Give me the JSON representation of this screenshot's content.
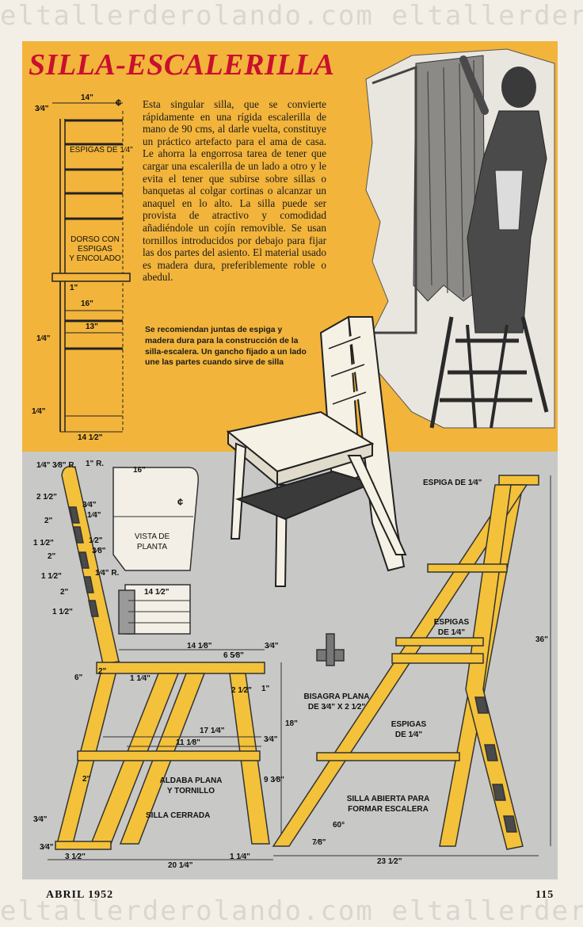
{
  "watermark": "eltallerderolando.com eltallerderolando.com",
  "title": "SILLA-ESCALERILLA",
  "body_text": "Esta singular silla, que se convierte rápidamente en una rígida escalerilla de mano de 90 cms, al darle vuelta, constituye un práctico artefacto para el ama de casa. Le ahorra la engorrosa tarea de tener que cargar una escalerilla de un lado a otro y le evita el tener que subirse sobre sillas o banquetas al colgar cortinas o alcanzar un anaquel en lo alto. La silla puede ser provista de atractivo y comodidad añadiéndole un cojín removible. Se usan tornillos introducidos por debajo para fijar las dos partes del asiento. El material usado es madera dura, preferiblemente roble o abedul.",
  "note_text": "Se recomiendan juntas de espiga y madera dura para la construcción de la silla-escalera. Un gancho fijado a un lado une las partes cuando sirve de silla",
  "back_diagram": {
    "dim_top_a": "3⁄4\"",
    "dim_top_b": "14\"",
    "centerline": "¢",
    "dowels_label": "ESPIGAS DE 1⁄4\"",
    "back_label_1": "DORSO CON",
    "back_label_2": "ESPIGAS",
    "back_label_3": "Y ENCOLADO",
    "dim_1": "1\"",
    "dim_16": "16\"",
    "dim_13": "13\"",
    "dim_quarter_a": "1⁄4\"",
    "dim_quarter_b": "1⁄4\"",
    "dim_bottom": "14 1⁄2\""
  },
  "plan_view": {
    "dim_16": "16\"",
    "dim_1r": "1\" R.",
    "centerline": "¢",
    "label_1": "VISTA DE",
    "label_2": "PLANTA",
    "dim_quarter_r": "1⁄4\" R.",
    "dim_14half": "14 1⁄2\""
  },
  "closed_chair": {
    "dim_top_1": "1⁄4\"",
    "dim_top_2": "3⁄8\" R.",
    "side_dims": [
      "2 1⁄2\"",
      "2\"",
      "1 1⁄2\"",
      "2\"",
      "1 1⁄2\"",
      "2\"",
      "1 1⁄2\""
    ],
    "inner_dims": [
      "3⁄4\"",
      "1⁄4\"",
      "1⁄2\"",
      "3⁄8\""
    ],
    "dim_14_1_8": "14 1⁄8\"",
    "dim_6_5_8": "6 5⁄8\"",
    "dim_3_4_seat": "3⁄4\"",
    "dim_6": "6\"",
    "dim_2": "2\"",
    "dim_1_1_4": "1 1⁄4\"",
    "dim_2_1_2": "2 1⁄2\"",
    "dim_1": "1\"",
    "dim_17_1_4": "17 1⁄4\"",
    "dim_11_1_8": "11 1⁄8\"",
    "dim_3_4_b": "3⁄4\"",
    "dim_18": "18\"",
    "dim_9_3_8": "9 3⁄8\"",
    "dim_2_b": "2\"",
    "latch_1": "ALDABA PLANA",
    "latch_2": "Y TORNILLO",
    "caption": "SILLA CERRADA",
    "dim_3_4_c": "3⁄4\"",
    "dim_3_4_d": "3⁄4\"",
    "dim_3_1_2": "3 1⁄2\"",
    "dim_20_1_4": "20 1⁄4\"",
    "dim_1_1_4_b": "1 1⁄4\""
  },
  "open_chair": {
    "dowel_top": "ESPIGA DE 1⁄4\"",
    "dowels_mid_1": "ESPIGAS",
    "dowels_mid_2": "DE 1⁄4\"",
    "dim_36": "36\"",
    "hinge_1": "BISAGRA PLANA",
    "hinge_2": "DE 3⁄4\" X 2 1⁄2\"",
    "dowels_low_1": "ESPIGAS",
    "dowels_low_2": "DE 1⁄4\"",
    "caption_1": "SILLA ABIERTA PARA",
    "caption_2": "FORMAR ESCALERA",
    "angle": "60°",
    "dim_7_8": "7⁄8\"",
    "dim_23_1_2": "23 1⁄2\""
  },
  "footer_left": "ABRIL 1952",
  "footer_right": "115",
  "colors": {
    "yellow_panel": "#f2b43b",
    "gray_panel": "#c8c9c7",
    "wood": "#f3c13a",
    "title_red": "#c8102e"
  }
}
